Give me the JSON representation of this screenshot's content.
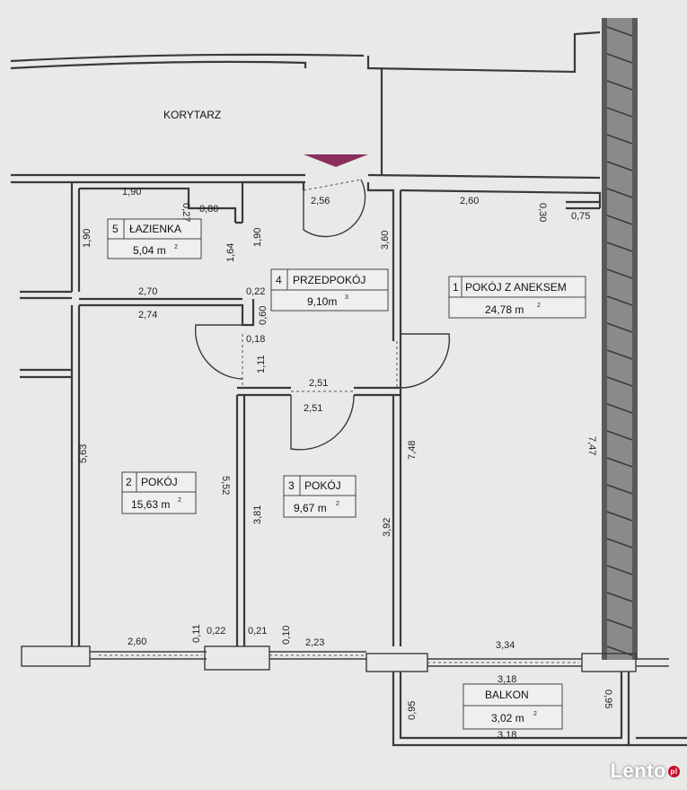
{
  "corridor": {
    "label": "KORYTARZ"
  },
  "colors": {
    "entrance_marker": "#8a2e5e",
    "logo_badge": "#c8102e"
  },
  "rooms": [
    {
      "id": "lazienka",
      "number": "5",
      "name": "ŁAZIENKA",
      "area": "5,04 m",
      "sup": "2"
    },
    {
      "id": "przedpokoj",
      "number": "4",
      "name": "PRZEDPOKÓJ",
      "area": "9,10m",
      "sup": "3"
    },
    {
      "id": "pokoj-z-aneksem",
      "number": "1",
      "name": "POKÓJ Z ANEKSEM",
      "area": "24,78 m",
      "sup": "2"
    },
    {
      "id": "pokoj-2",
      "number": "2",
      "name": "POKÓJ",
      "area": "15,63 m",
      "sup": "2"
    },
    {
      "id": "pokoj-3",
      "number": "3",
      "name": "POKÓJ",
      "area": "9,67 m",
      "sup": "2"
    },
    {
      "id": "balkon",
      "number": "",
      "name": "BALKON",
      "area": "3,02 m",
      "sup": "2"
    }
  ],
  "dimensions": {
    "d_1_90_top": "1,90",
    "d_0_27": "0,27",
    "d_0_80": "0,80",
    "d_2_56": "2,56",
    "d_2_60_top": "2,60",
    "d_0_30": "0,30",
    "d_0_75": "0,75",
    "d_1_90_left": "1,90",
    "d_1_64": "1,64",
    "d_1_90_mid": "1,90",
    "d_3_60": "3,60",
    "d_2_70": "2,70",
    "d_0_22_mid": "0,22",
    "d_2_74": "2,74",
    "d_0_60": "0,60",
    "d_0_18": "0,18",
    "d_1_11": "1,11",
    "d_2_51_a": "2,51",
    "d_2_51_b": "2,51",
    "d_5_63": "5,63",
    "d_5_52": "5,52",
    "d_3_81": "3,81",
    "d_3_92": "3,92",
    "d_7_48": "7,48",
    "d_7_47": "7,47",
    "d_2_60_bot": "2,60",
    "d_0_11": "0,11",
    "d_0_22_bot": "0,22",
    "d_0_21": "0,21",
    "d_0_10": "0,10",
    "d_2_23": "2,23",
    "d_3_34": "3,34",
    "d_3_18_top": "3,18",
    "d_0_95_left": "0,95",
    "d_0_95_right": "0,95",
    "d_3_18_bot": "3,18"
  },
  "watermark": {
    "brand": "Lento",
    "badge": "pl"
  }
}
